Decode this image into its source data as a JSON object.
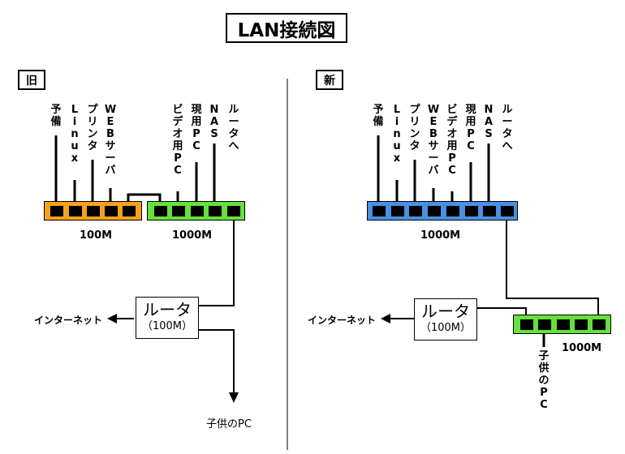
{
  "title": "LAN接続図",
  "left": {
    "tag": "旧",
    "device_labels": [
      "予備",
      "Linux",
      "プリンタ",
      "WEBサーバ",
      "ビデオ用PC",
      "現用PC",
      "NAS",
      "ルータへ"
    ],
    "switch_a_label": "100M",
    "switch_b_label": "1000M",
    "router_line1": "ルータ",
    "router_line2": "（100M）",
    "internet_label": "インターネット",
    "child_pc_label": "子供のPC"
  },
  "right": {
    "tag": "新",
    "device_labels": [
      "予備",
      "Linux",
      "プリンタ",
      "WEBサーバ",
      "ビデオ用PC",
      "現用PC",
      "NAS",
      "ルータへ"
    ],
    "switch_main_label": "1000M",
    "switch_sub_label": "1000M",
    "router_line1": "ルータ",
    "router_line2": "（100M）",
    "internet_label": "インターネット",
    "child_pc_label": "子供のPC"
  },
  "colors": {
    "old_switch_100m": "#f4a21c",
    "old_switch_1000m": "#66e03c",
    "new_switch_main": "#4a90e2",
    "new_switch_sub": "#66e03c"
  }
}
